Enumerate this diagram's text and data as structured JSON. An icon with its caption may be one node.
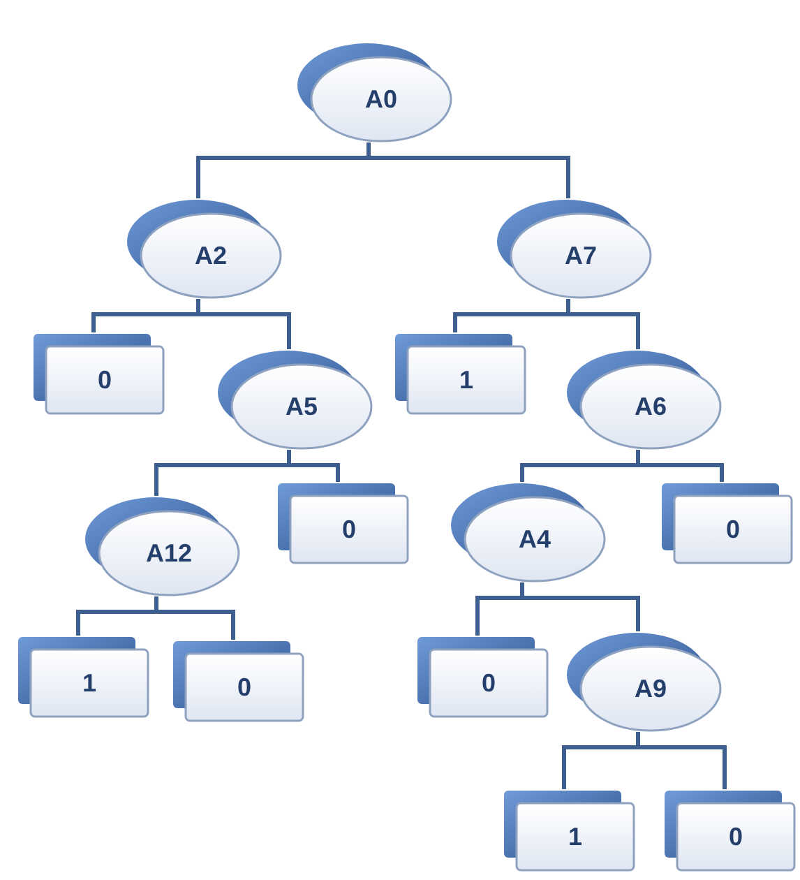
{
  "diagram": {
    "nodes": [
      {
        "text": [
          "A0"
        ]
      },
      {
        "text": [
          "A2"
        ]
      },
      {
        "text": [
          "A7"
        ]
      },
      {
        "text": [
          "0"
        ]
      },
      {
        "text": [
          "A5"
        ]
      },
      {
        "text": [
          "1"
        ]
      },
      {
        "text": [
          "A6"
        ]
      },
      {
        "text": [
          "A12"
        ]
      },
      {
        "text": [
          "0"
        ]
      },
      {
        "text": [
          "A4"
        ]
      },
      {
        "text": [
          "0"
        ]
      },
      {
        "text": [
          "1"
        ]
      },
      {
        "text": [
          "0"
        ]
      },
      {
        "text": [
          "0"
        ]
      },
      {
        "text": [
          "A9"
        ]
      },
      {
        "text": [
          "1"
        ]
      },
      {
        "text": [
          "0"
        ]
      }
    ],
    "edges": [
      {
        "from": 0,
        "to": 1,
        "arrow": "none"
      },
      {
        "from": 0,
        "to": 2,
        "arrow": "none"
      },
      {
        "from": 1,
        "to": 3,
        "arrow": "none"
      },
      {
        "from": 1,
        "to": 4,
        "arrow": "none"
      },
      {
        "from": 2,
        "to": 5,
        "arrow": "none"
      },
      {
        "from": 2,
        "to": 6,
        "arrow": "none"
      },
      {
        "from": 4,
        "to": 7,
        "arrow": "none"
      },
      {
        "from": 4,
        "to": 8,
        "arrow": "none"
      },
      {
        "from": 6,
        "to": 9,
        "arrow": "none"
      },
      {
        "from": 6,
        "to": 10,
        "arrow": "none"
      },
      {
        "from": 7,
        "to": 11,
        "arrow": "none"
      },
      {
        "from": 7,
        "to": 12,
        "arrow": "none"
      },
      {
        "from": 9,
        "to": 13,
        "arrow": "none"
      },
      {
        "from": 9,
        "to": 14,
        "arrow": "none"
      },
      {
        "from": 14,
        "to": 15,
        "arrow": "none"
      },
      {
        "from": 14,
        "to": 16,
        "arrow": "none"
      }
    ]
  }
}
